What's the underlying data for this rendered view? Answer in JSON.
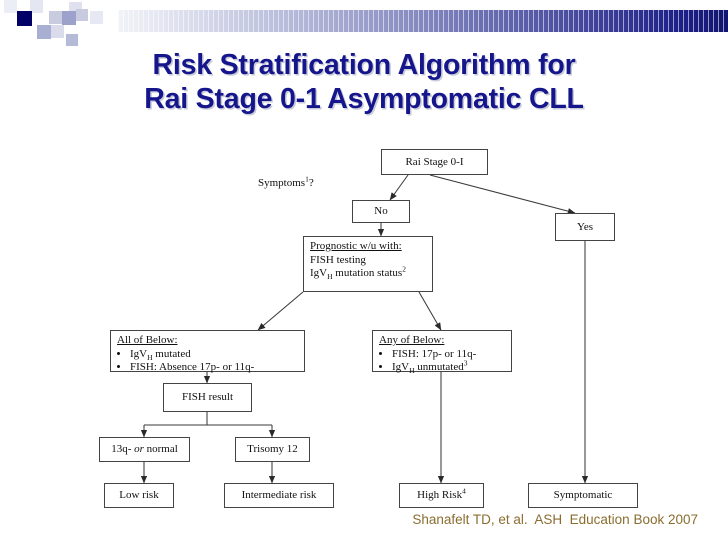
{
  "slide": {
    "background_color": "#ffffff",
    "title": "Risk Stratification Algorithm for\nRai Stage 0-1 Asymptomatic CLL",
    "title_color": "#15168c",
    "citation": "Shanafelt TD, et al.  ASH  Education Book 2007",
    "citation_color": "#8a6d2f"
  },
  "header": {
    "accent_color": "#12156f",
    "squares": [
      {
        "name": "square-dark",
        "color": "#000066"
      },
      {
        "name": "square-mid",
        "color": "#8b90c4"
      },
      {
        "name": "square-light",
        "color": "#c3c6e0"
      },
      {
        "name": "square-pale",
        "color": "#dcdeeb"
      }
    ]
  },
  "diagram": {
    "type": "flowchart",
    "nodes": {
      "rai_stage": "Rai Stage 0-I",
      "symptoms_label": "Symptoms",
      "symptoms_label_sup": "1",
      "symptoms_label_tail": "?",
      "no": "No",
      "yes": "Yes",
      "prognostic_header": "Prognostic w/u with:",
      "prognostic_line1": "FISH testing",
      "prognostic_line2_a": "IgV",
      "prognostic_line2_sub": "H",
      "prognostic_line2_b": " mutation status",
      "prognostic_line2_sup": "2",
      "all_header": "All of Below:",
      "all_item1_a": "IgV",
      "all_item1_sub": "H",
      "all_item1_b": " mutated",
      "all_item2": "FISH: Absence 17p- or 11q-",
      "any_header": "Any of Below:",
      "any_item1": "FISH: 17p- or 11q-",
      "any_item2_a": "IgV",
      "any_item2_sub": "H",
      "any_item2_b": " unmutated",
      "any_item2_sup": "3",
      "fish_result": "FISH result",
      "cyto_13q_a": "13q- ",
      "cyto_13q_or": "or",
      "cyto_13q_b": " normal",
      "cyto_trisomy": "Trisomy 12",
      "low_risk": "Low risk",
      "intermediate_risk": "Intermediate risk",
      "high_risk": "High Risk",
      "high_risk_sup": "4",
      "symptomatic": "Symptomatic"
    }
  }
}
